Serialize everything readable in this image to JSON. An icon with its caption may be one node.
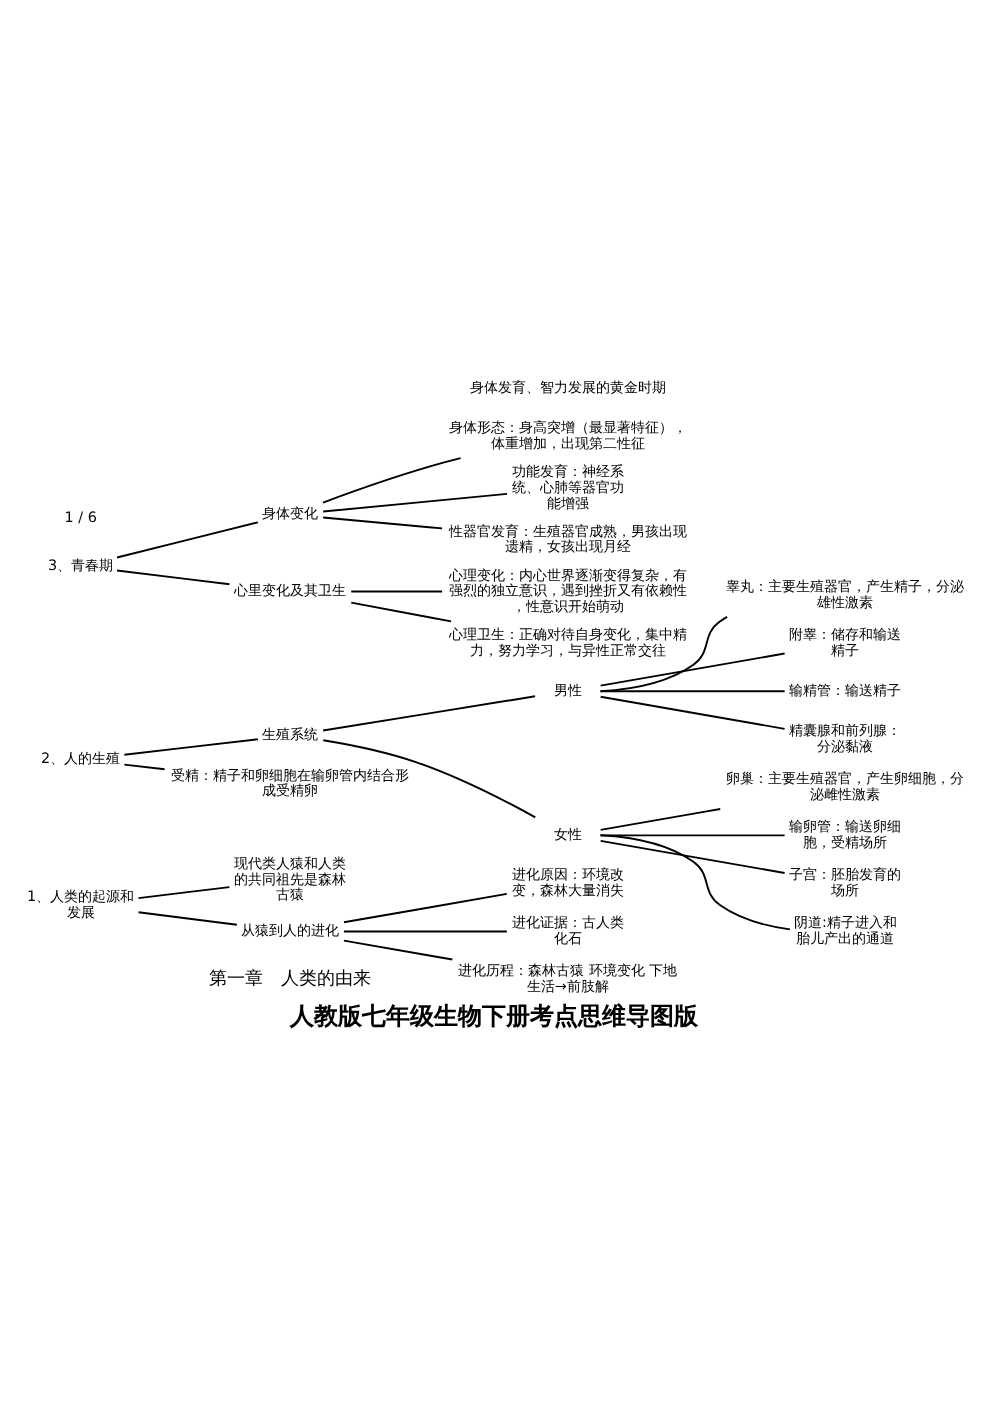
{
  "diagram": {
    "title": "第一章　人类的由来",
    "caption": "人教版七年级生物下册考点思维导图版",
    "nodes": [
      {
        "text": [
          "1、人类的起源和发展"
        ]
      },
      {
        "text": [
          "现代类人猿和人类的共同祖先是森林古猿"
        ]
      },
      {
        "text": [
          "从猿到人的进化"
        ]
      },
      {
        "text": [
          "进化原因：环境改变，森林大量消失"
        ]
      },
      {
        "text": [
          "进化证据：古人类化石"
        ]
      },
      {
        "text": [
          "进化历程：森林古猿 环境变化 下地生活→前肢解"
        ]
      },
      {
        "text": [
          "2、人的生殖"
        ]
      },
      {
        "text": [
          "生殖系统"
        ]
      },
      {
        "text": [
          "男性"
        ]
      },
      {
        "text": [
          "睾丸：主要生殖器官，产生精子，分泌雄性激素"
        ]
      },
      {
        "text": [
          "附睾：储存和输送精子"
        ]
      },
      {
        "text": [
          "输精管：输送精子"
        ]
      },
      {
        "text": [
          "精囊腺和前列腺：分泌黏液"
        ]
      },
      {
        "text": [
          "女性"
        ]
      },
      {
        "text": [
          "卵巢：主要生殖器官，产生卵细胞，分泌雌性激素"
        ]
      },
      {
        "text": [
          "输卵管：输送卵细胞，受精场所"
        ]
      },
      {
        "text": [
          "子宫：胚胎发育的场所"
        ]
      },
      {
        "text": [
          "阴道:精子进入和胎儿产出的通道"
        ]
      },
      {
        "text": [
          "受精：精子和卵细胞在输卵管内结合形成受精卵"
        ]
      },
      {
        "text": [
          "3、青春期"
        ]
      },
      {
        "text": [
          "身体变化"
        ]
      },
      {
        "text": [
          "身体形态：身高突增（最显著特征），体重增加，出现第二性征"
        ]
      },
      {
        "text": [
          "功能发育：神经系统、心肺等器官功能增强"
        ]
      },
      {
        "text": [
          "性器官发育：生殖器官成熟，男孩出现遗精，女孩出现月经"
        ]
      },
      {
        "text": [
          "心里变化及其卫生"
        ]
      },
      {
        "text": [
          "心理变化：内心世界逐渐变得复杂，有强烈的独立意识，遇到挫折又有依赖性，性意识开始萌动"
        ]
      },
      {
        "text": [
          "心理卫生：正确对待自身变化，集中精力，努力学习，与异性正常交往"
        ]
      }
    ],
    "edges": [
      {
        "from": 0,
        "to": 1,
        "arrow": "none"
      },
      {
        "from": 0,
        "to": 2,
        "arrow": "none"
      },
      {
        "from": 2,
        "to": 3,
        "arrow": "none"
      },
      {
        "from": 2,
        "to": 4,
        "arrow": "none"
      },
      {
        "from": 2,
        "to": 5,
        "arrow": "none"
      },
      {
        "from": 6,
        "to": 7,
        "arrow": "none"
      },
      {
        "from": 7,
        "to": 8,
        "arrow": "none"
      },
      {
        "from": 8,
        "to": 9,
        "arrow": "none"
      },
      {
        "from": 8,
        "to": 10,
        "arrow": "none"
      },
      {
        "from": 8,
        "to": 11,
        "arrow": "none"
      },
      {
        "from": 8,
        "to": 12,
        "arrow": "none"
      },
      {
        "from": 7,
        "to": 13,
        "arrow": "none"
      },
      {
        "from": 13,
        "to": 14,
        "arrow": "none"
      },
      {
        "from": 13,
        "to": 15,
        "arrow": "none"
      },
      {
        "from": 13,
        "to": 16,
        "arrow": "none"
      },
      {
        "from": 13,
        "to": 17,
        "arrow": "none"
      },
      {
        "from": 6,
        "to": 18,
        "arrow": "none"
      },
      {
        "from": 19,
        "to": 20,
        "arrow": "none"
      },
      {
        "from": 20,
        "to": 21,
        "arrow": "none"
      },
      {
        "from": 20,
        "to": 22,
        "arrow": "none"
      },
      {
        "from": 20,
        "to": 23,
        "arrow": "none"
      },
      {
        "from": 19,
        "to": 24,
        "arrow": "none"
      },
      {
        "from": 24,
        "to": 25,
        "arrow": "none"
      },
      {
        "from": 24,
        "to": 26,
        "arrow": "none"
      }
    ],
    "labels": [
      "身体发育、智力发展的黄金时期",
      "1 / 6"
    ]
  }
}
